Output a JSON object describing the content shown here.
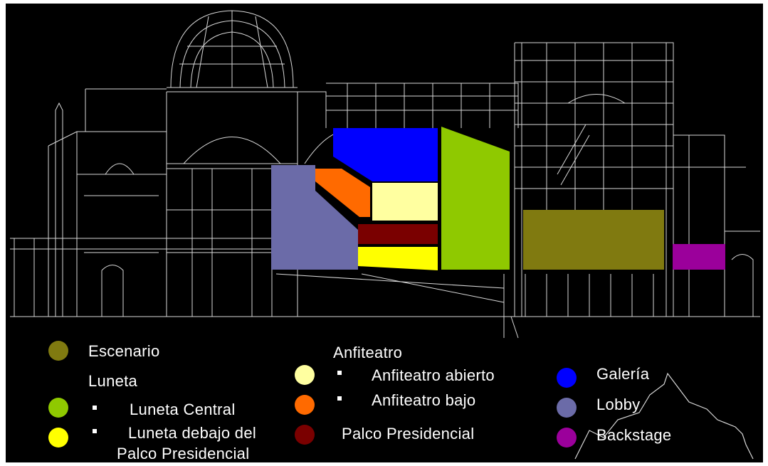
{
  "colors": {
    "escenario": "#807a10",
    "luneta_central": "#8fc900",
    "luneta_debajo": "#ffff00",
    "anfiteatro_abierto": "#ffffa0",
    "anfiteatro_bajo": "#ff6a00",
    "palco_presidencial": "#7a0000",
    "galeria": "#0000ff",
    "lobby": "#6b6ba8",
    "backstage": "#9b009b",
    "line": "#d8d8d8"
  },
  "legend": {
    "escenario": "Escenario",
    "luneta": "Luneta",
    "luneta_central": "Luneta Central",
    "luneta_debajo_line1": "Luneta debajo del",
    "luneta_debajo_line2": "Palco Presidencial",
    "anfiteatro": "Anfiteatro",
    "anfiteatro_abierto": "Anfiteatro abierto",
    "anfiteatro_bajo": "Anfiteatro bajo",
    "palco_presidencial": "Palco Presidencial",
    "galeria": "Galería",
    "lobby": "Lobby",
    "backstage": "Backstage"
  }
}
